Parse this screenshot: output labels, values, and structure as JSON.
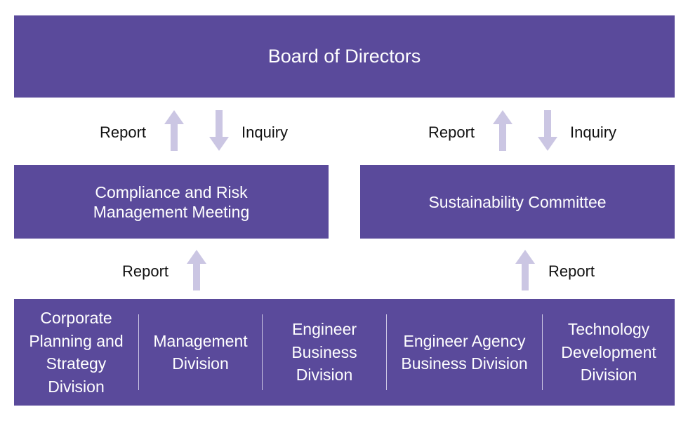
{
  "board": {
    "title": "Board of Directors"
  },
  "committees": {
    "compliance": "Compliance and Risk\nManagement Meeting",
    "sustainability": "Sustainability Committee"
  },
  "flow_labels": {
    "report": "Report",
    "inquiry": "Inquiry"
  },
  "divisions": [
    "Corporate\nPlanning and\nStrategy\nDivision",
    "Management\nDivision",
    "Engineer\nBusiness\nDivision",
    "Engineer Agency\nBusiness Division",
    "Technology\nDevelopment\nDivision"
  ],
  "colors": {
    "box": "#5a4a9b",
    "arrow": "#cbc6e3",
    "text": "#ffffff"
  }
}
